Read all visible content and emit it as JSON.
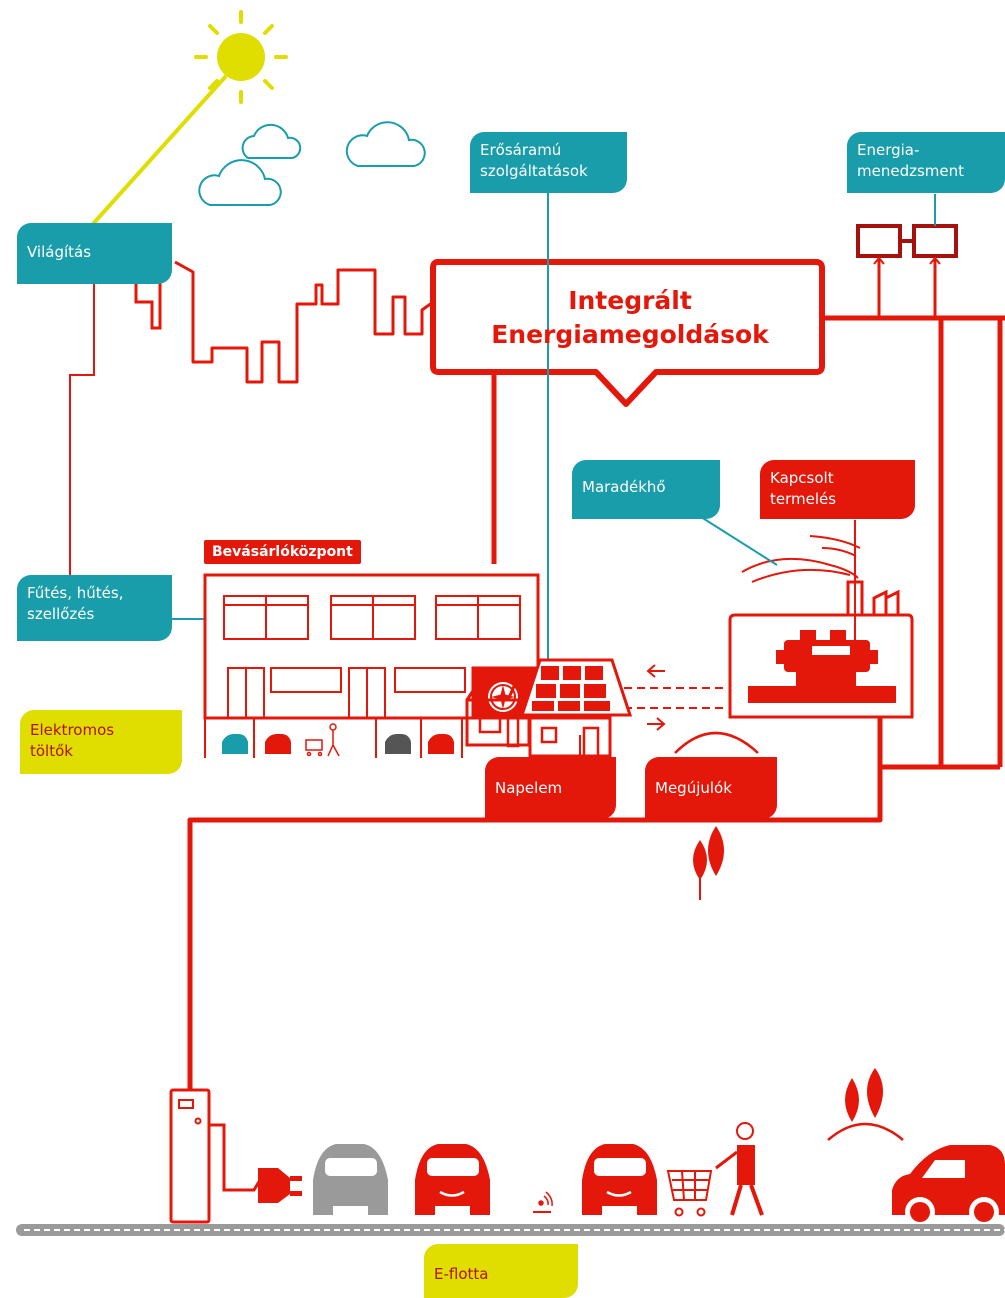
{
  "title": "Integrált\nEnergiamegoldások",
  "labels": {
    "lighting": "Világítás",
    "power_services": "Erősáramú\nszolgáltatások",
    "energy_management": "Energia-\nmenedzsment",
    "waste_heat": "Maradékhő",
    "cogeneration": "Kapcsolt\ntermelés",
    "hvac": "Fűtés, hűtés,\nszellőzés",
    "ev_chargers": "Elektromos\ntöltők",
    "solar": "Napelem",
    "renewables": "Megújulók",
    "e_fleet": "E-flotta"
  },
  "shopping_center": "Bevásárlóközpont",
  "colors": {
    "red": "#e3170a",
    "dark_red": "#a5120e",
    "teal": "#1a9dab",
    "yellow": "#e0dd00",
    "gray": "#9a9a9a"
  },
  "icons": [
    "sun-icon",
    "cloud-icon",
    "monitor-icon",
    "factory-icon",
    "engine-icon",
    "fan-icon",
    "solar-house-icon",
    "tree-icon",
    "charging-station-icon",
    "plug-icon",
    "car-icon",
    "shopping-cart-icon",
    "person-icon",
    "wifi-signal-icon"
  ]
}
